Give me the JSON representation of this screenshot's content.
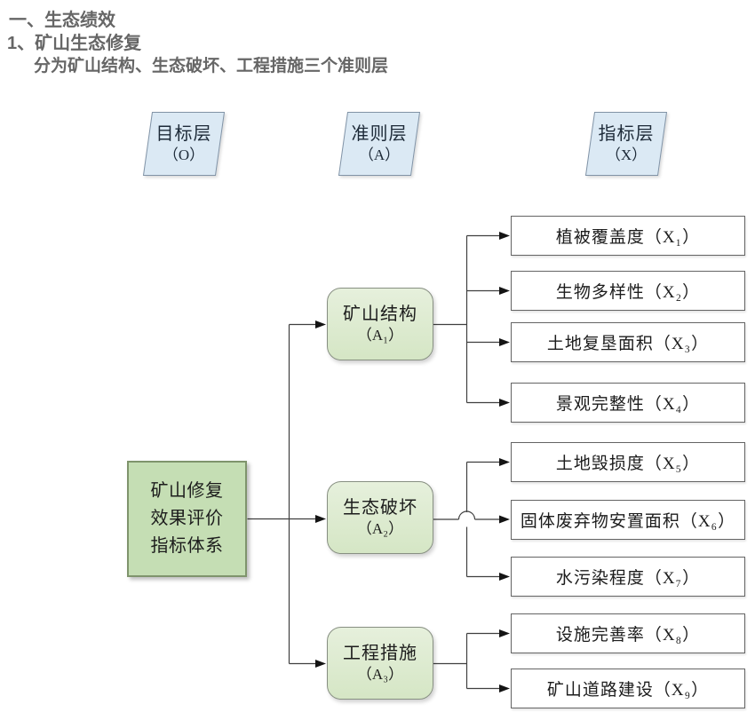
{
  "header": {
    "line1": "一、生态绩效",
    "line2": "1、矿山生态修复",
    "line3": "分为矿山结构、生态破坏、工程措施三个准则层"
  },
  "diagram": {
    "layers": [
      {
        "label": "目标层",
        "symbol": "（O）"
      },
      {
        "label": "准则层",
        "symbol": "（A）"
      },
      {
        "label": "指标层",
        "symbol": "（X）"
      }
    ],
    "goal": {
      "label": "矿山修复效果评价指标体系"
    },
    "criteria": [
      {
        "label": "矿山结构",
        "symbol": "（A₁）"
      },
      {
        "label": "生态破坏",
        "symbol": "（A₂）"
      },
      {
        "label": "工程措施",
        "symbol": "（A₃）"
      }
    ],
    "indicators": [
      {
        "label": "植被覆盖度（X₁）"
      },
      {
        "label": "生物多样性（X₂）"
      },
      {
        "label": "土地复垦面积（X₃）"
      },
      {
        "label": "景观完整性（X₄）"
      },
      {
        "label": "土地毁损度（X₅）"
      },
      {
        "label": "固体废弃物安置面积（X₆）"
      },
      {
        "label": "水污染程度（X₇）"
      },
      {
        "label": "设施完善率（X₈）"
      },
      {
        "label": "矿山道路建设（X₉）"
      }
    ],
    "colors": {
      "layer_fill": "#dbe9f4",
      "layer_border": "#8193a6",
      "goal_fill": "#c5deb4",
      "criteria_fill": "#d9e8ca",
      "green_border": "#7f946c",
      "indicator_fill": "#ffffff",
      "indicator_border": "#646464",
      "connector": "#3f3f3f",
      "heading_text": "#666666"
    }
  }
}
